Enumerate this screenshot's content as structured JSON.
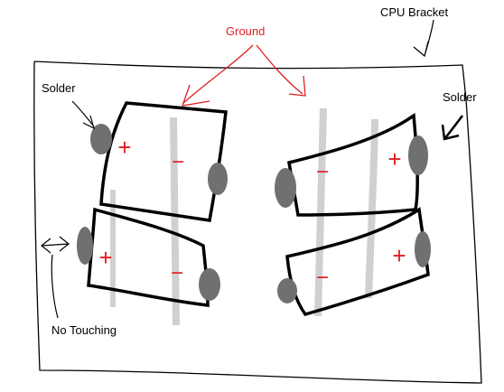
{
  "labels": {
    "cpu_bracket": "CPU Bracket",
    "ground": "Ground",
    "solder_left": "Solder",
    "solder_right": "Solder",
    "no_touching": "No Touching"
  },
  "symbols": {
    "plus": "+",
    "minus": "−"
  },
  "colors": {
    "outline": "#000000",
    "ground_annotation": "#e02020",
    "polarity_marks": "#e02020",
    "solder_blob": "#707070",
    "ground_strip": "#d0d0d0",
    "background": "#ffffff"
  }
}
